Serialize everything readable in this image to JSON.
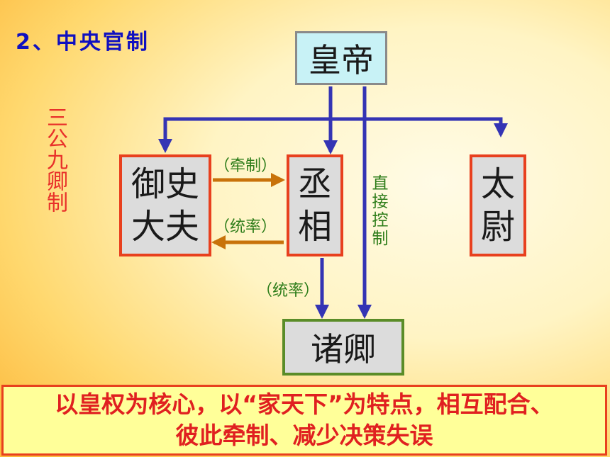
{
  "heading": "2、中央官制",
  "side_label": "三公九卿制",
  "nodes": {
    "emperor": "皇帝",
    "yushi_line1": "御史",
    "yushi_line2": "大夫",
    "chengxiang_line1": "丞",
    "chengxiang_line2": "相",
    "taiwei_line1": "太",
    "taiwei_line2": "尉",
    "zhuqing": "诸卿"
  },
  "annotations": {
    "qianzhi": "（牵制）",
    "tongshuai_yushi": "（统率）",
    "tongshuai_zhuqing": "（统率）",
    "direct_control": "直接控制"
  },
  "summary": {
    "line1": "以皇权为核心，以“家天下”为特点，相互配合、",
    "line2": "彼此牵制、减少决策失误"
  },
  "colors": {
    "hierarchy_arrow": "#3434b4",
    "mutual_arrow": "#c8720a",
    "official_border": "#e8401e",
    "zhuqing_border": "#5a8c28"
  }
}
